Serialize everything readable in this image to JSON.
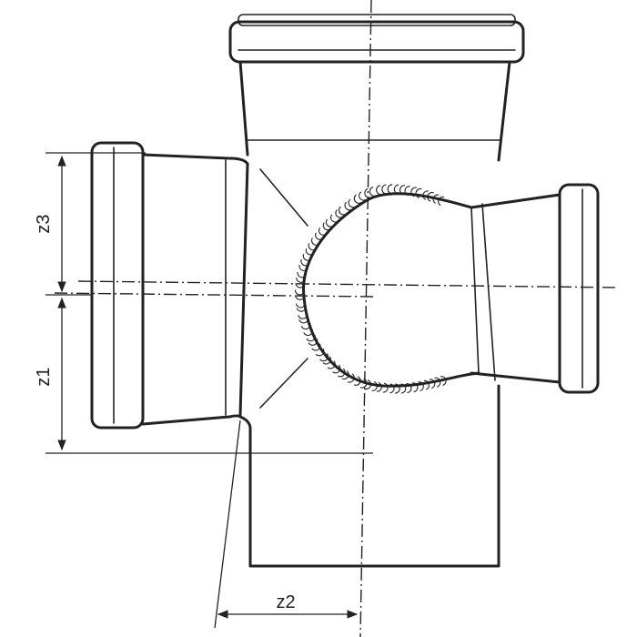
{
  "dimensions": {
    "z1": "z1",
    "z2": "z2",
    "z3": "z3"
  },
  "colors": {
    "stroke": "#222222",
    "background": "#ffffff"
  }
}
